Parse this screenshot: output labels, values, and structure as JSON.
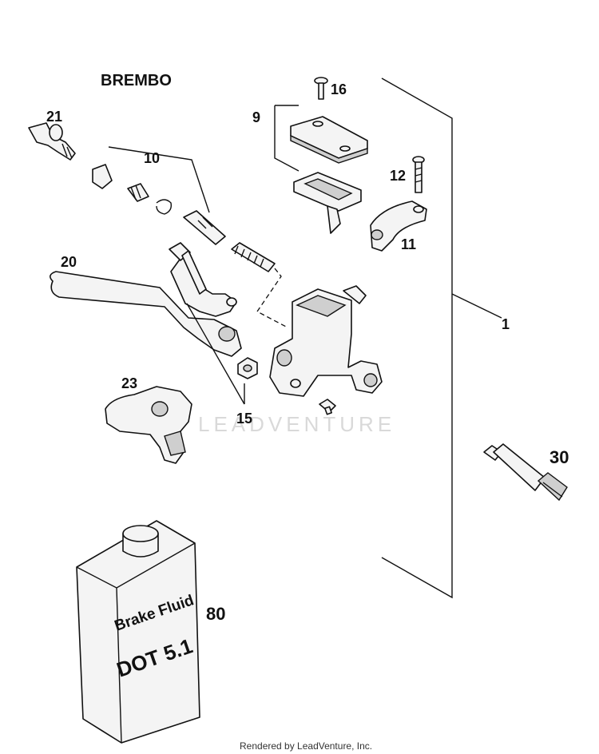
{
  "diagram": {
    "brand": "BREMBO",
    "callouts": {
      "c1": "1",
      "c9": "9",
      "c10": "10",
      "c11": "11",
      "c12": "12",
      "c15": "15",
      "c16": "16",
      "c20": "20",
      "c21": "21",
      "c23": "23",
      "c30": "30",
      "c80": "80"
    },
    "can": {
      "line1": "Brake Fluid",
      "line2": "DOT 5.1"
    },
    "watermark": "LEADVENTURE",
    "footer": "Rendered by LeadVenture, Inc."
  }
}
